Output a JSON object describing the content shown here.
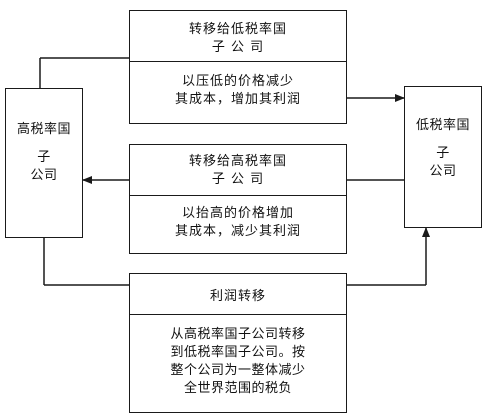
{
  "left_box": {
    "line1": "高税率国",
    "line2": "子",
    "line3": "公司"
  },
  "right_box": {
    "line1": "低税率国",
    "line2": "子",
    "line3": "公司"
  },
  "top_box": {
    "title1": "转移给低税率国",
    "title2": "子 公 司",
    "body1": "以压低的价格减少",
    "body2": "其成本，增加其利润"
  },
  "middle_box": {
    "title1": "转移给高税率国",
    "title2": "子 公 司",
    "body1": "以抬高的价格增加",
    "body2": "其成本，减少其利润"
  },
  "bottom_box": {
    "title": "利润转移",
    "body1": "从高税率国子公司转移",
    "body2": "到低税率国子公司。按",
    "body3": "整个公司为一整体减少",
    "body4": "全世界范围的税负"
  }
}
